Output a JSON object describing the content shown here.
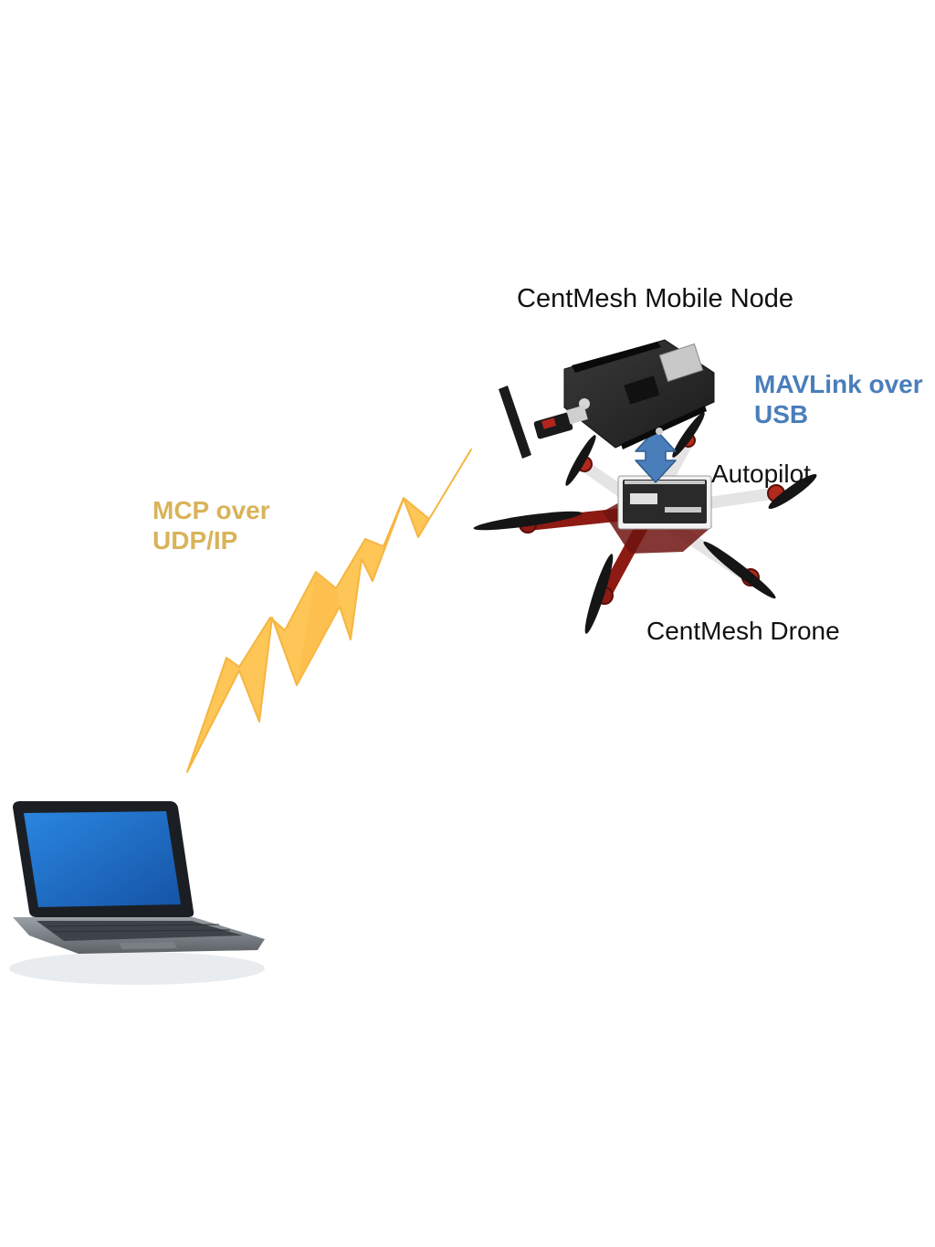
{
  "labels": {
    "mobile_node": "CentMesh Mobile Node",
    "mavlink": [
      "MAVLink over",
      "USB"
    ],
    "autopilot": "Autopilot",
    "mcp": [
      "MCP over",
      "UDP/IP"
    ],
    "drone": "CentMesh Drone"
  },
  "colors": {
    "mavlink_text": "#4a7ebb",
    "mcp_text": "#d9b35a",
    "lightning": "#fec557",
    "usb_arrow": "#4a7ebb",
    "drone_arm_red": "#8e1a14",
    "drone_arm_white": "#e8e8e8",
    "laptop_screen": "#1f6fc9"
  },
  "icons": [
    "laptop-icon",
    "lightning-bolt-icon",
    "beaglebone-board-icon",
    "wifi-dongle-icon",
    "usb-double-arrow-icon",
    "autopilot-board-icon",
    "hexacopter-drone-icon"
  ]
}
